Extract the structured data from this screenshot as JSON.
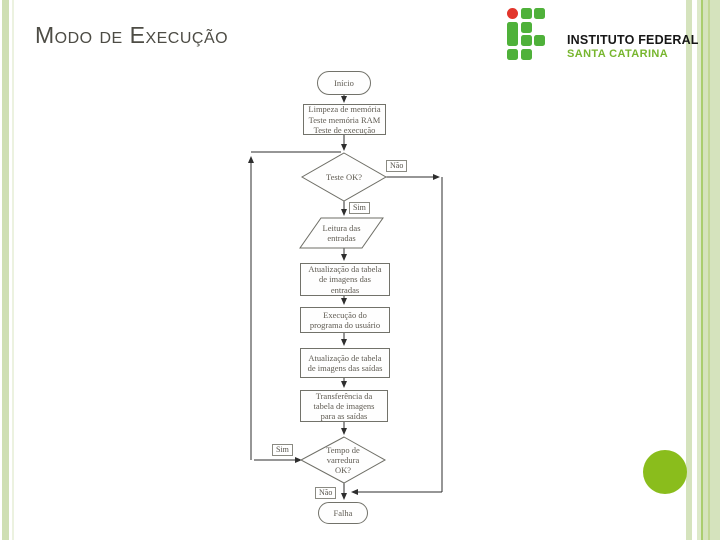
{
  "slide": {
    "title": "Modo de Execução"
  },
  "logo": {
    "institution": "INSTITUTO FEDERAL",
    "campus": "SANTA CATARINA",
    "mark_green": "#4fb13a",
    "mark_red": "#e2352b",
    "campus_color": "#77b62e"
  },
  "flowchart": {
    "inicio": "Início",
    "memoria": "Limpeza de memória\nTeste memória RAM\nTeste de execução",
    "teste_ok": "Teste OK?",
    "leitura": "Leitura das\nentradas",
    "atualiza_entradas": "Atualização da tabela\nde imagens das\nentradas",
    "execucao": "Execução do\nprograma do usuário",
    "atualiza_saidas": "Atualização de tabela\nde imagens das saídas",
    "transferencia": "Transferência da\ntabela de imagens\npara as saídas",
    "tempo_varredura": "Tempo de\nvarredura\nOK?",
    "falha": "Falha",
    "labels": {
      "nao_top": "Não",
      "sim_top": "Sim",
      "sim_left": "Sim",
      "nao_bottom": "Não"
    }
  },
  "accent": {
    "circle_color": "#8abd1c",
    "stripe_green_light": "#d5e3bd",
    "stripe_green_bright": "#aacd6e"
  }
}
